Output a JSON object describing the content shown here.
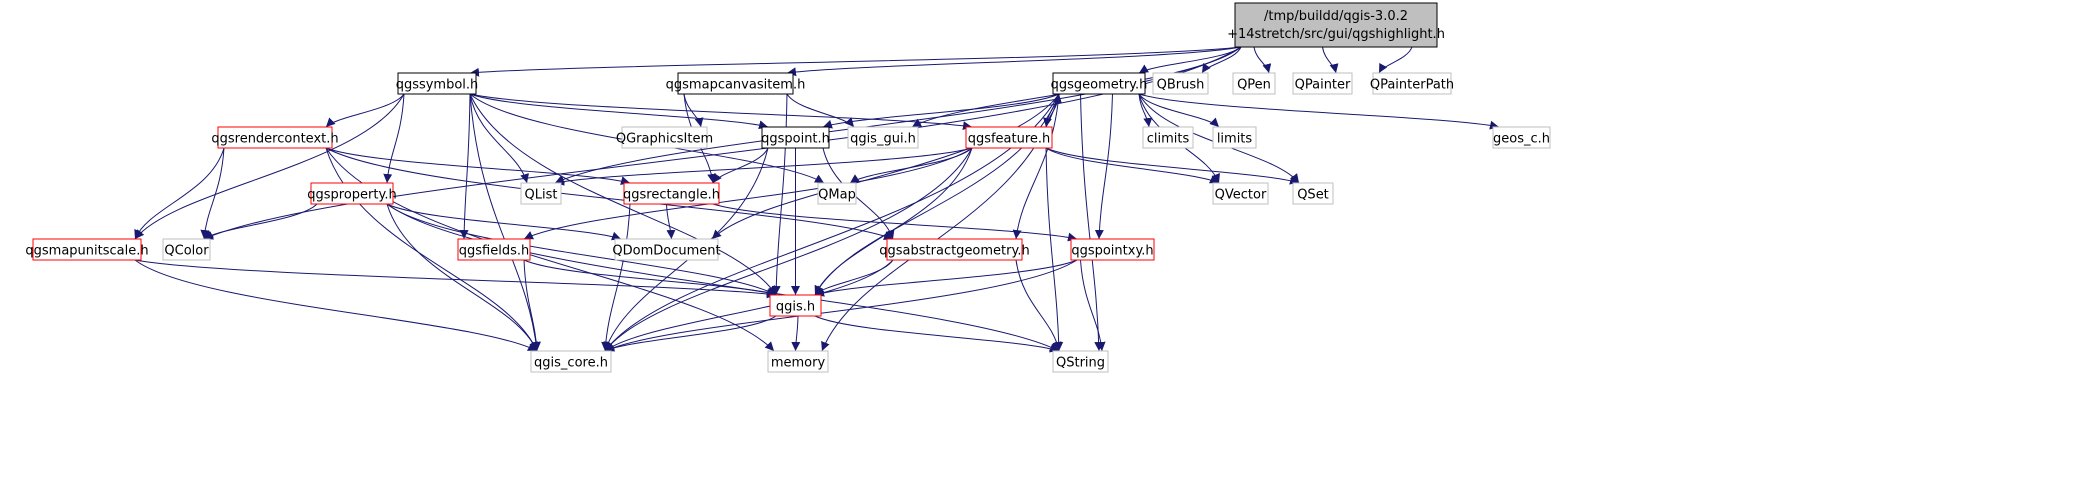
{
  "graph": {
    "root_label_line1": "/tmp/buildd/qgis-3.0.2",
    "root_label_line2": "+14stretch/src/gui/qgshighlight.h",
    "nodes": [
      {
        "id": "root",
        "label": "",
        "style": "root"
      },
      {
        "id": "qgssymbol",
        "label": "qgssymbol.h",
        "style": "black"
      },
      {
        "id": "qgsmapcanvasitem",
        "label": "qgsmapcanvasitem.h",
        "style": "black"
      },
      {
        "id": "qgsgeometry",
        "label": "qgsgeometry.h",
        "style": "black"
      },
      {
        "id": "qbrush",
        "label": "QBrush",
        "style": "gray"
      },
      {
        "id": "qpen",
        "label": "QPen",
        "style": "gray"
      },
      {
        "id": "qpainter",
        "label": "QPainter",
        "style": "gray"
      },
      {
        "id": "qpainterpath",
        "label": "QPainterPath",
        "style": "gray"
      },
      {
        "id": "qgsrendercontext",
        "label": "qgsrendercontext.h",
        "style": "red"
      },
      {
        "id": "qgraphicsitem",
        "label": "QGraphicsItem",
        "style": "gray"
      },
      {
        "id": "qgspoint",
        "label": "qgspoint.h",
        "style": "black"
      },
      {
        "id": "qgis_gui",
        "label": "qgis_gui.h",
        "style": "gray"
      },
      {
        "id": "qgsfeature",
        "label": "qgsfeature.h",
        "style": "red"
      },
      {
        "id": "climits",
        "label": "climits",
        "style": "gray"
      },
      {
        "id": "limits",
        "label": "limits",
        "style": "gray"
      },
      {
        "id": "geos_c",
        "label": "geos_c.h",
        "style": "gray"
      },
      {
        "id": "qlist",
        "label": "QList",
        "style": "gray"
      },
      {
        "id": "qgsrectangle",
        "label": "qgsrectangle.h",
        "style": "red"
      },
      {
        "id": "qmap",
        "label": "QMap",
        "style": "gray"
      },
      {
        "id": "qvector",
        "label": "QVector",
        "style": "gray"
      },
      {
        "id": "qset",
        "label": "QSet",
        "style": "gray"
      },
      {
        "id": "qgsproperty",
        "label": "qgsproperty.h",
        "style": "red"
      },
      {
        "id": "qgsmapunitscale",
        "label": "qgsmapunitscale.h",
        "style": "red"
      },
      {
        "id": "qcolor",
        "label": "QColor",
        "style": "gray"
      },
      {
        "id": "qgsfields",
        "label": "qgsfields.h",
        "style": "red"
      },
      {
        "id": "qdomdocument",
        "label": "QDomDocument",
        "style": "gray"
      },
      {
        "id": "qgsabstractgeometry",
        "label": "qgsabstractgeometry.h",
        "style": "red"
      },
      {
        "id": "qgspointxy",
        "label": "qgspointxy.h",
        "style": "red"
      },
      {
        "id": "qgis",
        "label": "qgis.h",
        "style": "red"
      },
      {
        "id": "qgis_core",
        "label": "qgis_core.h",
        "style": "gray"
      },
      {
        "id": "memory",
        "label": "memory",
        "style": "gray"
      },
      {
        "id": "qstring",
        "label": "QString",
        "style": "gray"
      }
    ],
    "edges": [
      [
        "root",
        "qgssymbol"
      ],
      [
        "root",
        "qgsmapcanvasitem"
      ],
      [
        "root",
        "qgsgeometry"
      ],
      [
        "root",
        "qbrush"
      ],
      [
        "root",
        "qpen"
      ],
      [
        "root",
        "qpainter"
      ],
      [
        "root",
        "qpainterpath"
      ],
      [
        "root",
        "qgis_gui"
      ],
      [
        "root",
        "qlist"
      ],
      [
        "root",
        "qcolor"
      ],
      [
        "qgssymbol",
        "qgsrendercontext"
      ],
      [
        "qgssymbol",
        "qgspoint"
      ],
      [
        "qgssymbol",
        "qgsfeature"
      ],
      [
        "qgssymbol",
        "qlist"
      ],
      [
        "qgssymbol",
        "qmap"
      ],
      [
        "qgssymbol",
        "qgsproperty"
      ],
      [
        "qgssymbol",
        "qgsmapunitscale"
      ],
      [
        "qgssymbol",
        "qgsfields"
      ],
      [
        "qgssymbol",
        "qgis"
      ],
      [
        "qgssymbol",
        "qgis_core"
      ],
      [
        "qgsmapcanvasitem",
        "qgraphicsitem"
      ],
      [
        "qgsmapcanvasitem",
        "qgis_gui"
      ],
      [
        "qgsmapcanvasitem",
        "qgsrectangle"
      ],
      [
        "qgsmapcanvasitem",
        "qgis"
      ],
      [
        "qgsgeometry",
        "qgspoint"
      ],
      [
        "qgsgeometry",
        "qgsfeature"
      ],
      [
        "qgsgeometry",
        "climits"
      ],
      [
        "qgsgeometry",
        "limits"
      ],
      [
        "qgsgeometry",
        "geos_c"
      ],
      [
        "qgsgeometry",
        "qvector"
      ],
      [
        "qgsgeometry",
        "qset"
      ],
      [
        "qgsgeometry",
        "qgsabstractgeometry"
      ],
      [
        "qgsgeometry",
        "qgspointxy"
      ],
      [
        "qgsgeometry",
        "qdomdocument"
      ],
      [
        "qgsgeometry",
        "qgis"
      ],
      [
        "qgsgeometry",
        "qgis_core"
      ],
      [
        "qgsgeometry",
        "memory"
      ],
      [
        "qgsgeometry",
        "qstring"
      ],
      [
        "qgsrendercontext",
        "qgsrectangle"
      ],
      [
        "qgsrendercontext",
        "qgsmapunitscale"
      ],
      [
        "qgsrendercontext",
        "qcolor"
      ],
      [
        "qgsrendercontext",
        "qgsabstractgeometry"
      ],
      [
        "qgsrendercontext",
        "qgis_core"
      ],
      [
        "qgsrendercontext",
        "memory"
      ],
      [
        "qgspoint",
        "qgsrectangle"
      ],
      [
        "qgspoint",
        "qgsabstractgeometry"
      ],
      [
        "qgspoint",
        "qgis"
      ],
      [
        "qgspoint",
        "qgis_core"
      ],
      [
        "qgsfeature",
        "qgsgeometry"
      ],
      [
        "qgsfeature",
        "qlist"
      ],
      [
        "qgsfeature",
        "qmap"
      ],
      [
        "qgsfeature",
        "qvector"
      ],
      [
        "qgsfeature",
        "qset"
      ],
      [
        "qgsfeature",
        "qgsfields"
      ],
      [
        "qgsfeature",
        "qgis"
      ],
      [
        "qgsfeature",
        "qgis_core"
      ],
      [
        "qgsfeature",
        "qstring"
      ],
      [
        "qgsrectangle",
        "qdomdocument"
      ],
      [
        "qgsrectangle",
        "qgspointxy"
      ],
      [
        "qgsrectangle",
        "qgis_core"
      ],
      [
        "qgsproperty",
        "qcolor"
      ],
      [
        "qgsproperty",
        "qdomdocument"
      ],
      [
        "qgsproperty",
        "qgis"
      ],
      [
        "qgsproperty",
        "qgis_core"
      ],
      [
        "qgsproperty",
        "qstring"
      ],
      [
        "qgsmapunitscale",
        "qgis"
      ],
      [
        "qgsmapunitscale",
        "qgis_core"
      ],
      [
        "qgsfields",
        "qgis"
      ],
      [
        "qgsfields",
        "qgis_core"
      ],
      [
        "qgsabstractgeometry",
        "qgis"
      ],
      [
        "qgsabstractgeometry",
        "qgis_core"
      ],
      [
        "qgsabstractgeometry",
        "qstring"
      ],
      [
        "qgspointxy",
        "qgis"
      ],
      [
        "qgspointxy",
        "qgis_core"
      ],
      [
        "qgspointxy",
        "qstring"
      ],
      [
        "qgis",
        "qgis_core"
      ],
      [
        "qgis",
        "memory"
      ],
      [
        "qgis",
        "qstring"
      ]
    ],
    "colors": {
      "edge": "#191970",
      "black_border": "#000000",
      "red_border": "#ff0000",
      "gray_border": "#bfbfbf",
      "root_fill": "#bfbfbf",
      "node_fill": "#ffffff",
      "gray_text": "#000000"
    }
  }
}
